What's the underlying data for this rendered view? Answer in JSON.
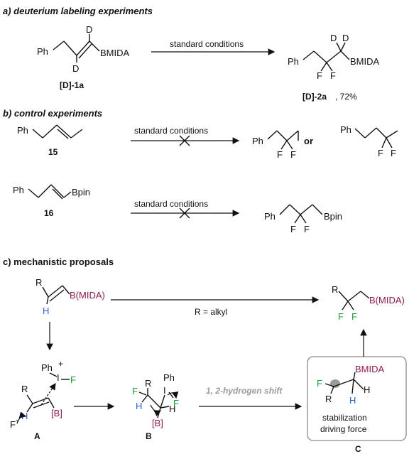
{
  "sections": {
    "a": "a) deuterium labeling experiments",
    "b": "b) control experiments",
    "c": "c) mechanistic proposals"
  },
  "conditions": "standard conditions",
  "compounds": {
    "d1a": "[D]-1a",
    "d2a": "[D]-2a",
    "d2a_yield": ", 72%",
    "c15": "15",
    "c16": "16",
    "or": "or",
    "A": "A",
    "B": "B",
    "C": "C"
  },
  "atoms": {
    "Ph": "Ph",
    "D": "D",
    "F": "F",
    "H": "H",
    "R": "R",
    "BMIDA": "BMIDA",
    "B_MIDA": "B(MIDA)",
    "Bpin": "Bpin",
    "B_br": "[B]",
    "Fminus": "F",
    "plus": "+",
    "minus": "-",
    "I": "I"
  },
  "mech": {
    "r_alkyl": "R = alkyl",
    "shift": "1, 2-hydrogen shift",
    "stab1": "stabilization",
    "stab2": "driving force"
  },
  "colors": {
    "purple": "#8b1a4e",
    "green": "#1e9a3a",
    "blue": "#2b5fc7",
    "grey": "#9a9a9a"
  }
}
